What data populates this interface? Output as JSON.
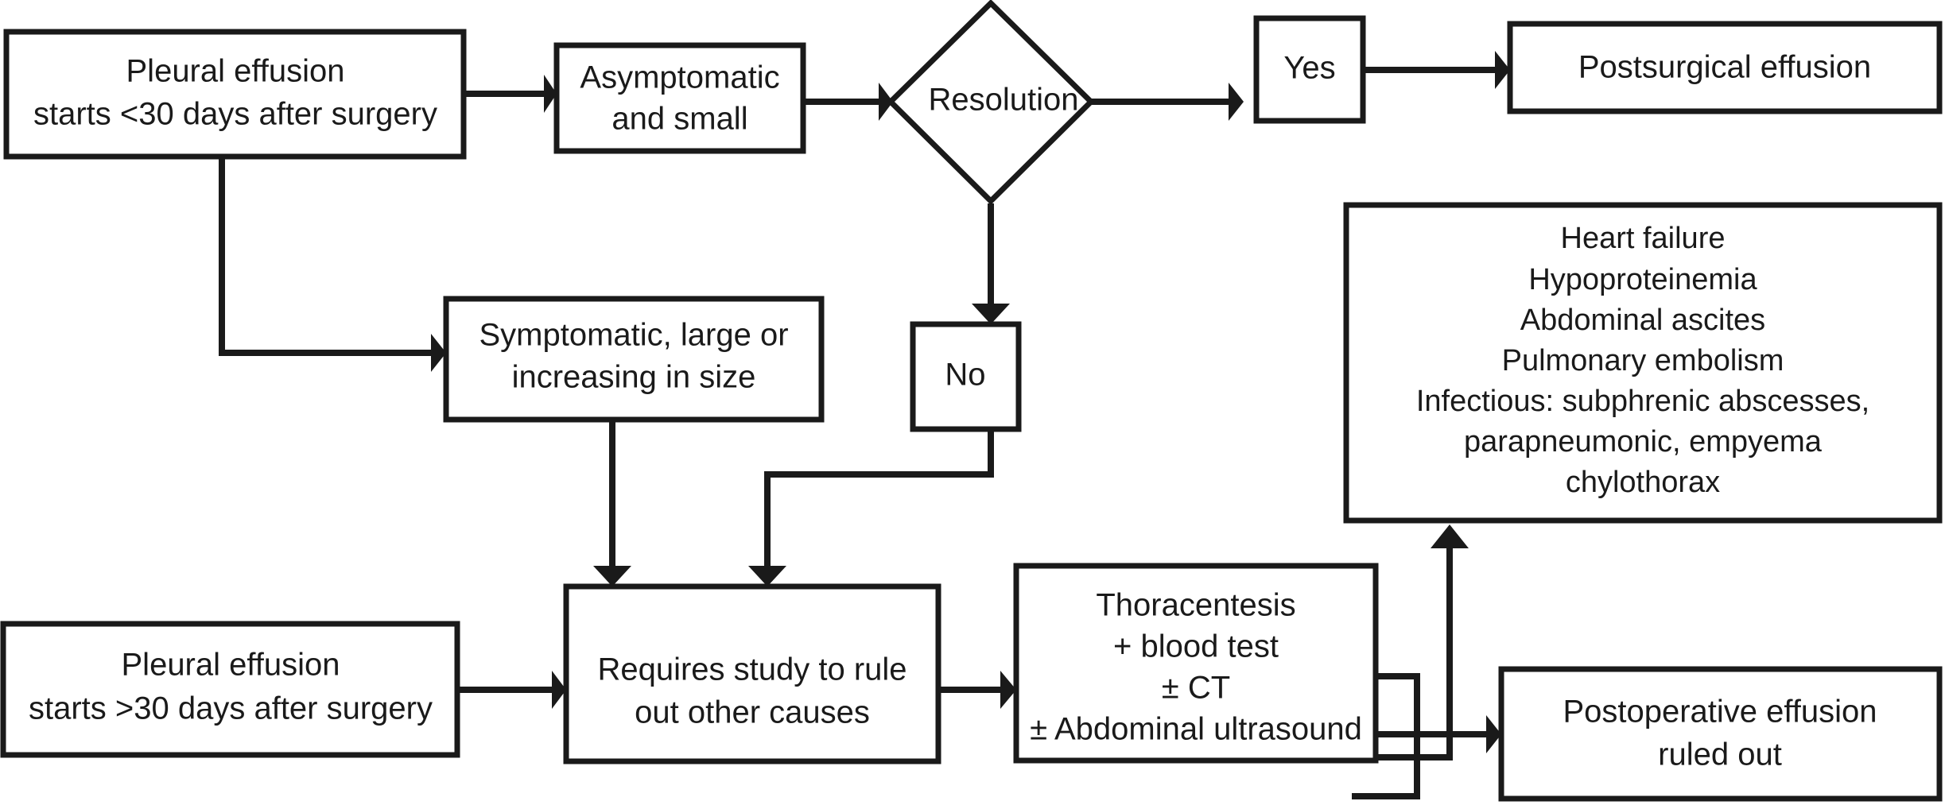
{
  "diagram": {
    "title": "Postoperative pleural effusion diagnostic algorithm",
    "background_color": "#ffffff",
    "line_color": "#1a1a1a"
  },
  "nodes": {
    "early_effusion": {
      "shape": "rectangle",
      "line1": "Pleural effusion",
      "line2": "starts <30 days after surgery"
    },
    "asymptomatic": {
      "shape": "rectangle",
      "line1": "Asymptomatic",
      "line2": "and small"
    },
    "resolution": {
      "shape": "diamond",
      "line1": "Resolution"
    },
    "yes": {
      "shape": "rectangle",
      "line1": "Yes"
    },
    "no": {
      "shape": "rectangle",
      "line1": "No"
    },
    "postsurgical_effusion": {
      "shape": "rectangle",
      "line1": "Postsurgical effusion"
    },
    "symptomatic": {
      "shape": "rectangle",
      "line1": "Symptomatic, large or",
      "line2": "increasing in size"
    },
    "late_effusion": {
      "shape": "rectangle",
      "line1": "Pleural effusion",
      "line2": "starts >30 days after surgery"
    },
    "requires_study": {
      "shape": "rectangle",
      "line1": "Requires study to rule",
      "line2": "out other causes"
    },
    "thoracentesis": {
      "shape": "rectangle",
      "line1": "Thoracentesis",
      "line2": "+ blood test",
      "line3": "± CT",
      "line4": "± Abdominal ultrasound"
    },
    "causes": {
      "shape": "rectangle",
      "line1": "Heart failure",
      "line2": "Hypoproteinemia",
      "line3": "Abdominal ascites",
      "line4": "Pulmonary embolism",
      "line5": "Infectious: subphrenic abscesses,",
      "line6": "parapneumonic, empyema",
      "line7": "chylothorax"
    },
    "ruled_out": {
      "shape": "rectangle",
      "line1": "Postoperative effusion",
      "line2": "ruled out"
    }
  },
  "edges": [
    {
      "from": "early_effusion",
      "to": "asymptomatic",
      "label": ""
    },
    {
      "from": "early_effusion",
      "to": "symptomatic",
      "label": ""
    },
    {
      "from": "asymptomatic",
      "to": "resolution",
      "label": ""
    },
    {
      "from": "resolution",
      "to": "yes",
      "label": ""
    },
    {
      "from": "resolution",
      "to": "no",
      "label": ""
    },
    {
      "from": "yes",
      "to": "postsurgical_effusion",
      "label": ""
    },
    {
      "from": "no",
      "to": "requires_study",
      "label": ""
    },
    {
      "from": "symptomatic",
      "to": "requires_study",
      "label": ""
    },
    {
      "from": "late_effusion",
      "to": "requires_study",
      "label": ""
    },
    {
      "from": "requires_study",
      "to": "thoracentesis",
      "label": ""
    },
    {
      "from": "thoracentesis",
      "to": "causes",
      "label": ""
    },
    {
      "from": "thoracentesis",
      "to": "ruled_out",
      "label": ""
    }
  ]
}
